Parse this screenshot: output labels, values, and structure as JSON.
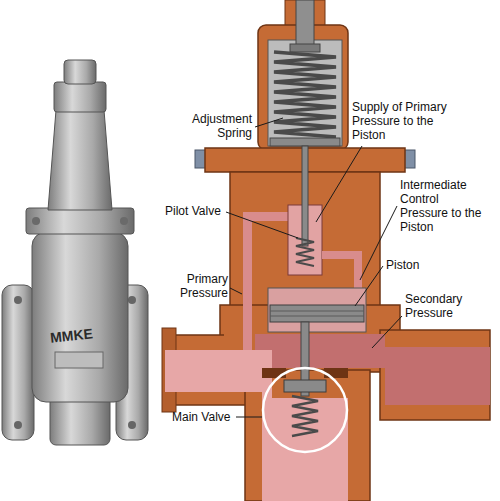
{
  "diagram": {
    "labels": [
      "Adjustment Spring",
      "Supply of Primary Pressure to the Piston",
      "Intermediate Control Pressure to the Piston",
      "Pilot Valve",
      "Primary Pressure",
      "Piston",
      "Secondary Pressure",
      "Main Valve",
      "MMKE"
    ]
  }
}
